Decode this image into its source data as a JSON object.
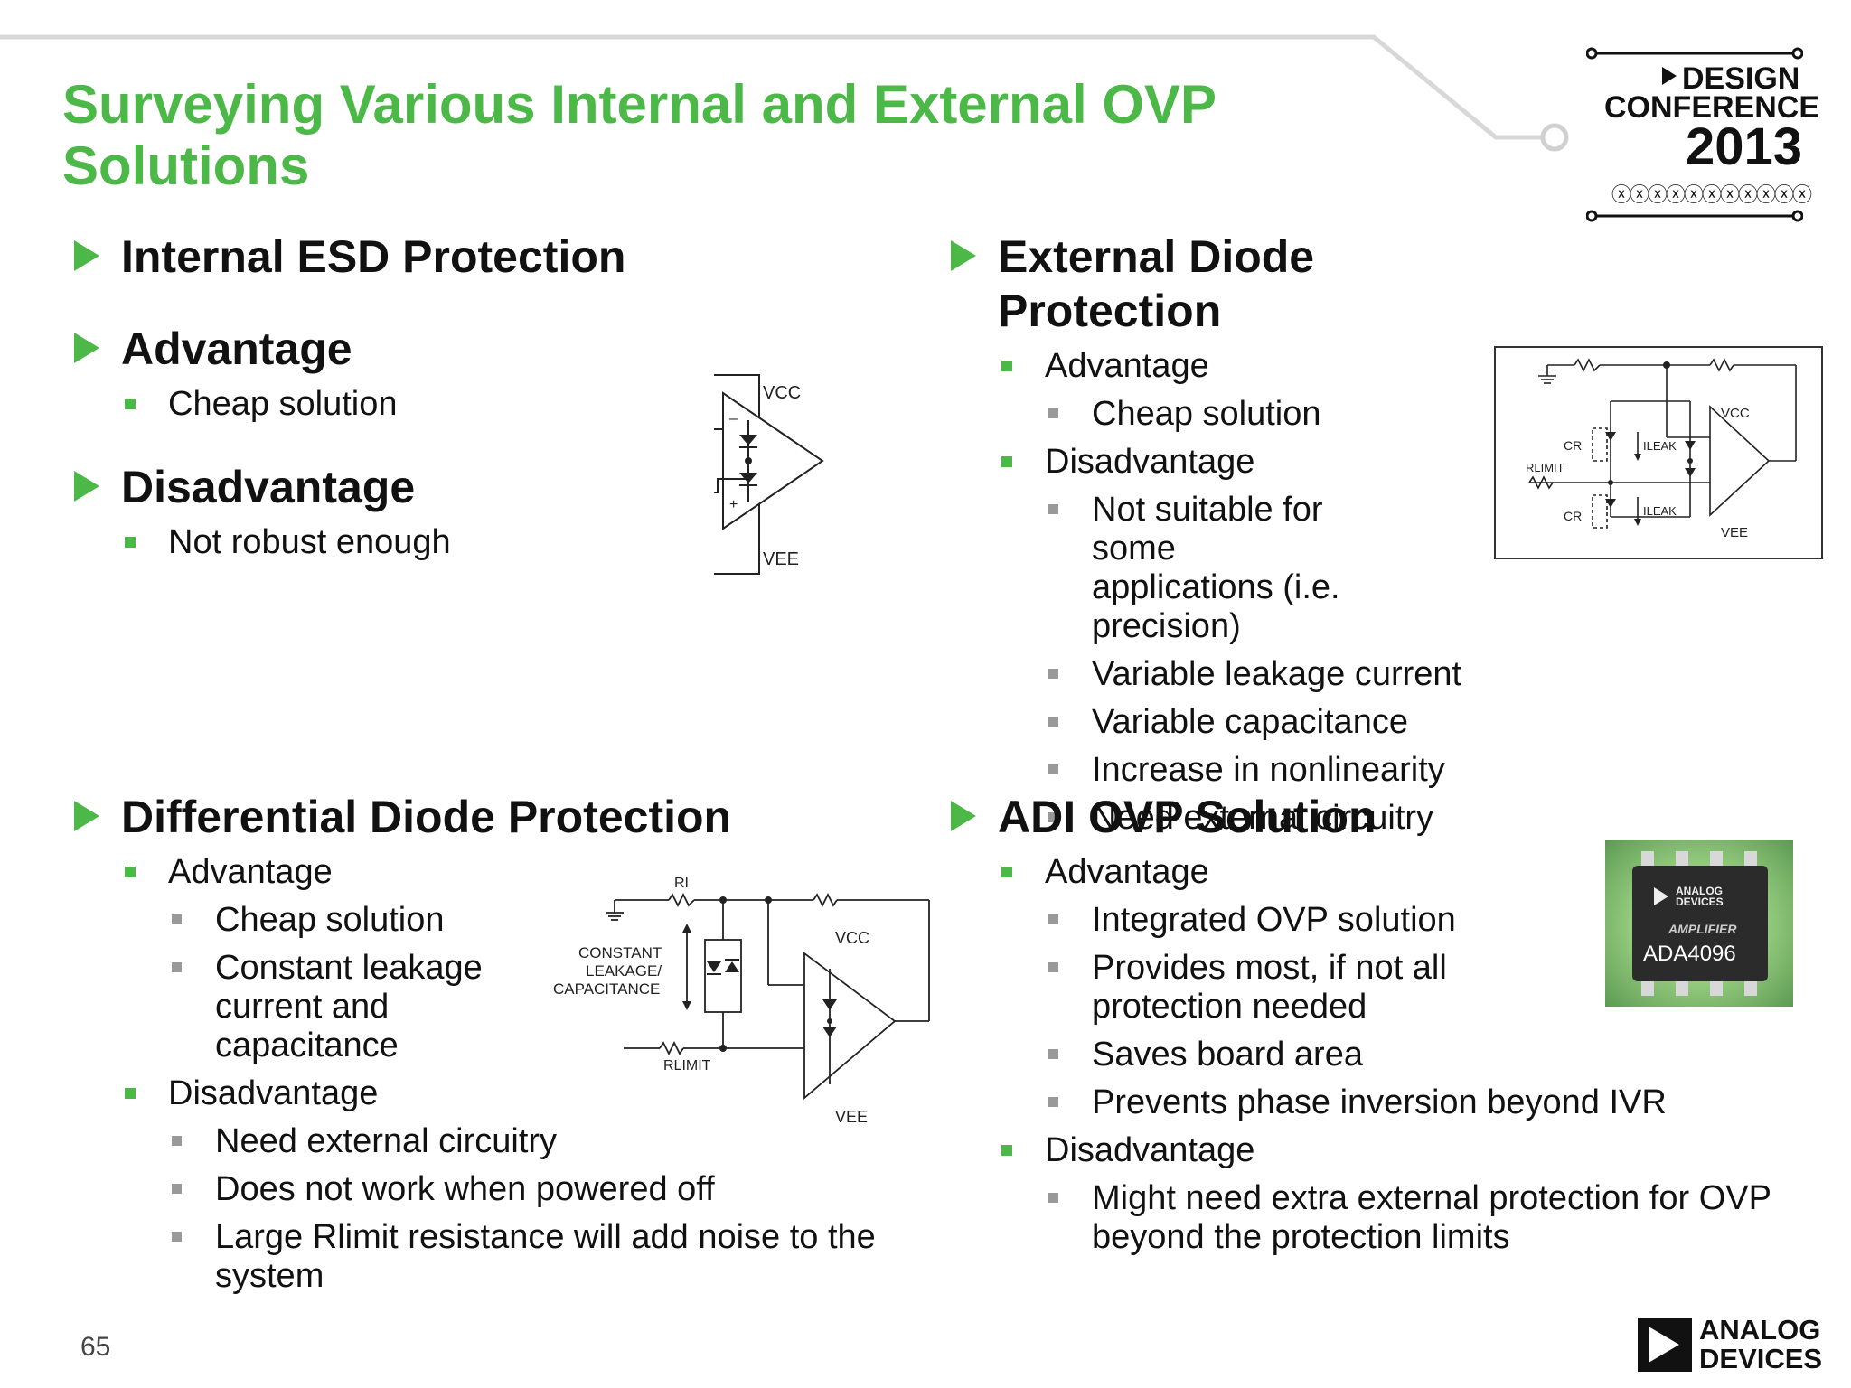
{
  "slide": {
    "title": "Surveying Various Internal and External OVP Solutions",
    "page_number": "65",
    "accent_color": "#4cb848"
  },
  "logo": {
    "conference_line1": "DESIGN",
    "conference_line2": "CONFERENCE",
    "conference_year": "2013",
    "company_line1": "ANALOG",
    "company_line2": "DEVICES"
  },
  "sections": {
    "internal": {
      "heading": "Internal ESD Protection",
      "advantage_heading": "Advantage",
      "advantage_items": [
        "Cheap solution"
      ],
      "disadvantage_heading": "Disadvantage",
      "disadvantage_items": [
        "Not robust enough"
      ]
    },
    "external": {
      "heading": "External Diode Protection",
      "advantage_label": "Advantage",
      "advantage_items": [
        "Cheap solution"
      ],
      "disadvantage_label": "Disadvantage",
      "disadvantage_items": [
        "Not suitable for some applications (i.e. precision)",
        "Variable leakage current",
        "Variable capacitance",
        "Increase in nonlinearity",
        "Need external circuitry"
      ]
    },
    "differential": {
      "heading": "Differential Diode Protection",
      "advantage_label": "Advantage",
      "advantage_items": [
        "Cheap solution",
        "Constant leakage current and capacitance"
      ],
      "disadvantage_label": "Disadvantage",
      "disadvantage_items": [
        "Need external circuitry",
        "Does not work when powered off",
        "Large Rlimit resistance will add noise to the system"
      ]
    },
    "adi": {
      "heading": "ADI OVP Solution",
      "advantage_label": "Advantage",
      "advantage_items": [
        "Integrated OVP solution",
        "Provides most, if not all protection needed",
        "Saves board area",
        "Prevents phase inversion beyond IVR"
      ],
      "disadvantage_label": "Disadvantage",
      "disadvantage_items": [
        "Might need extra external protection for OVP beyond the protection limits"
      ]
    }
  },
  "circuits": {
    "esd": {
      "vcc": "VCC",
      "vee": "VEE",
      "minus": "–",
      "plus": "+"
    },
    "external": {
      "vcc": "VCC",
      "vee": "VEE",
      "cr": "CR",
      "rlimit": "RLIMIT",
      "ileak": "ILEAK"
    },
    "differential": {
      "ri": "RI",
      "vcc": "VCC",
      "vee": "VEE",
      "rlimit": "RLIMIT",
      "constant1": "CONSTANT",
      "constant2": "LEAKAGE/",
      "constant3": "CAPACITANCE"
    },
    "chip": {
      "brand1": "ANALOG",
      "brand2": "DEVICES",
      "sub": "AMPLIFIER",
      "part": "ADA4096"
    }
  }
}
